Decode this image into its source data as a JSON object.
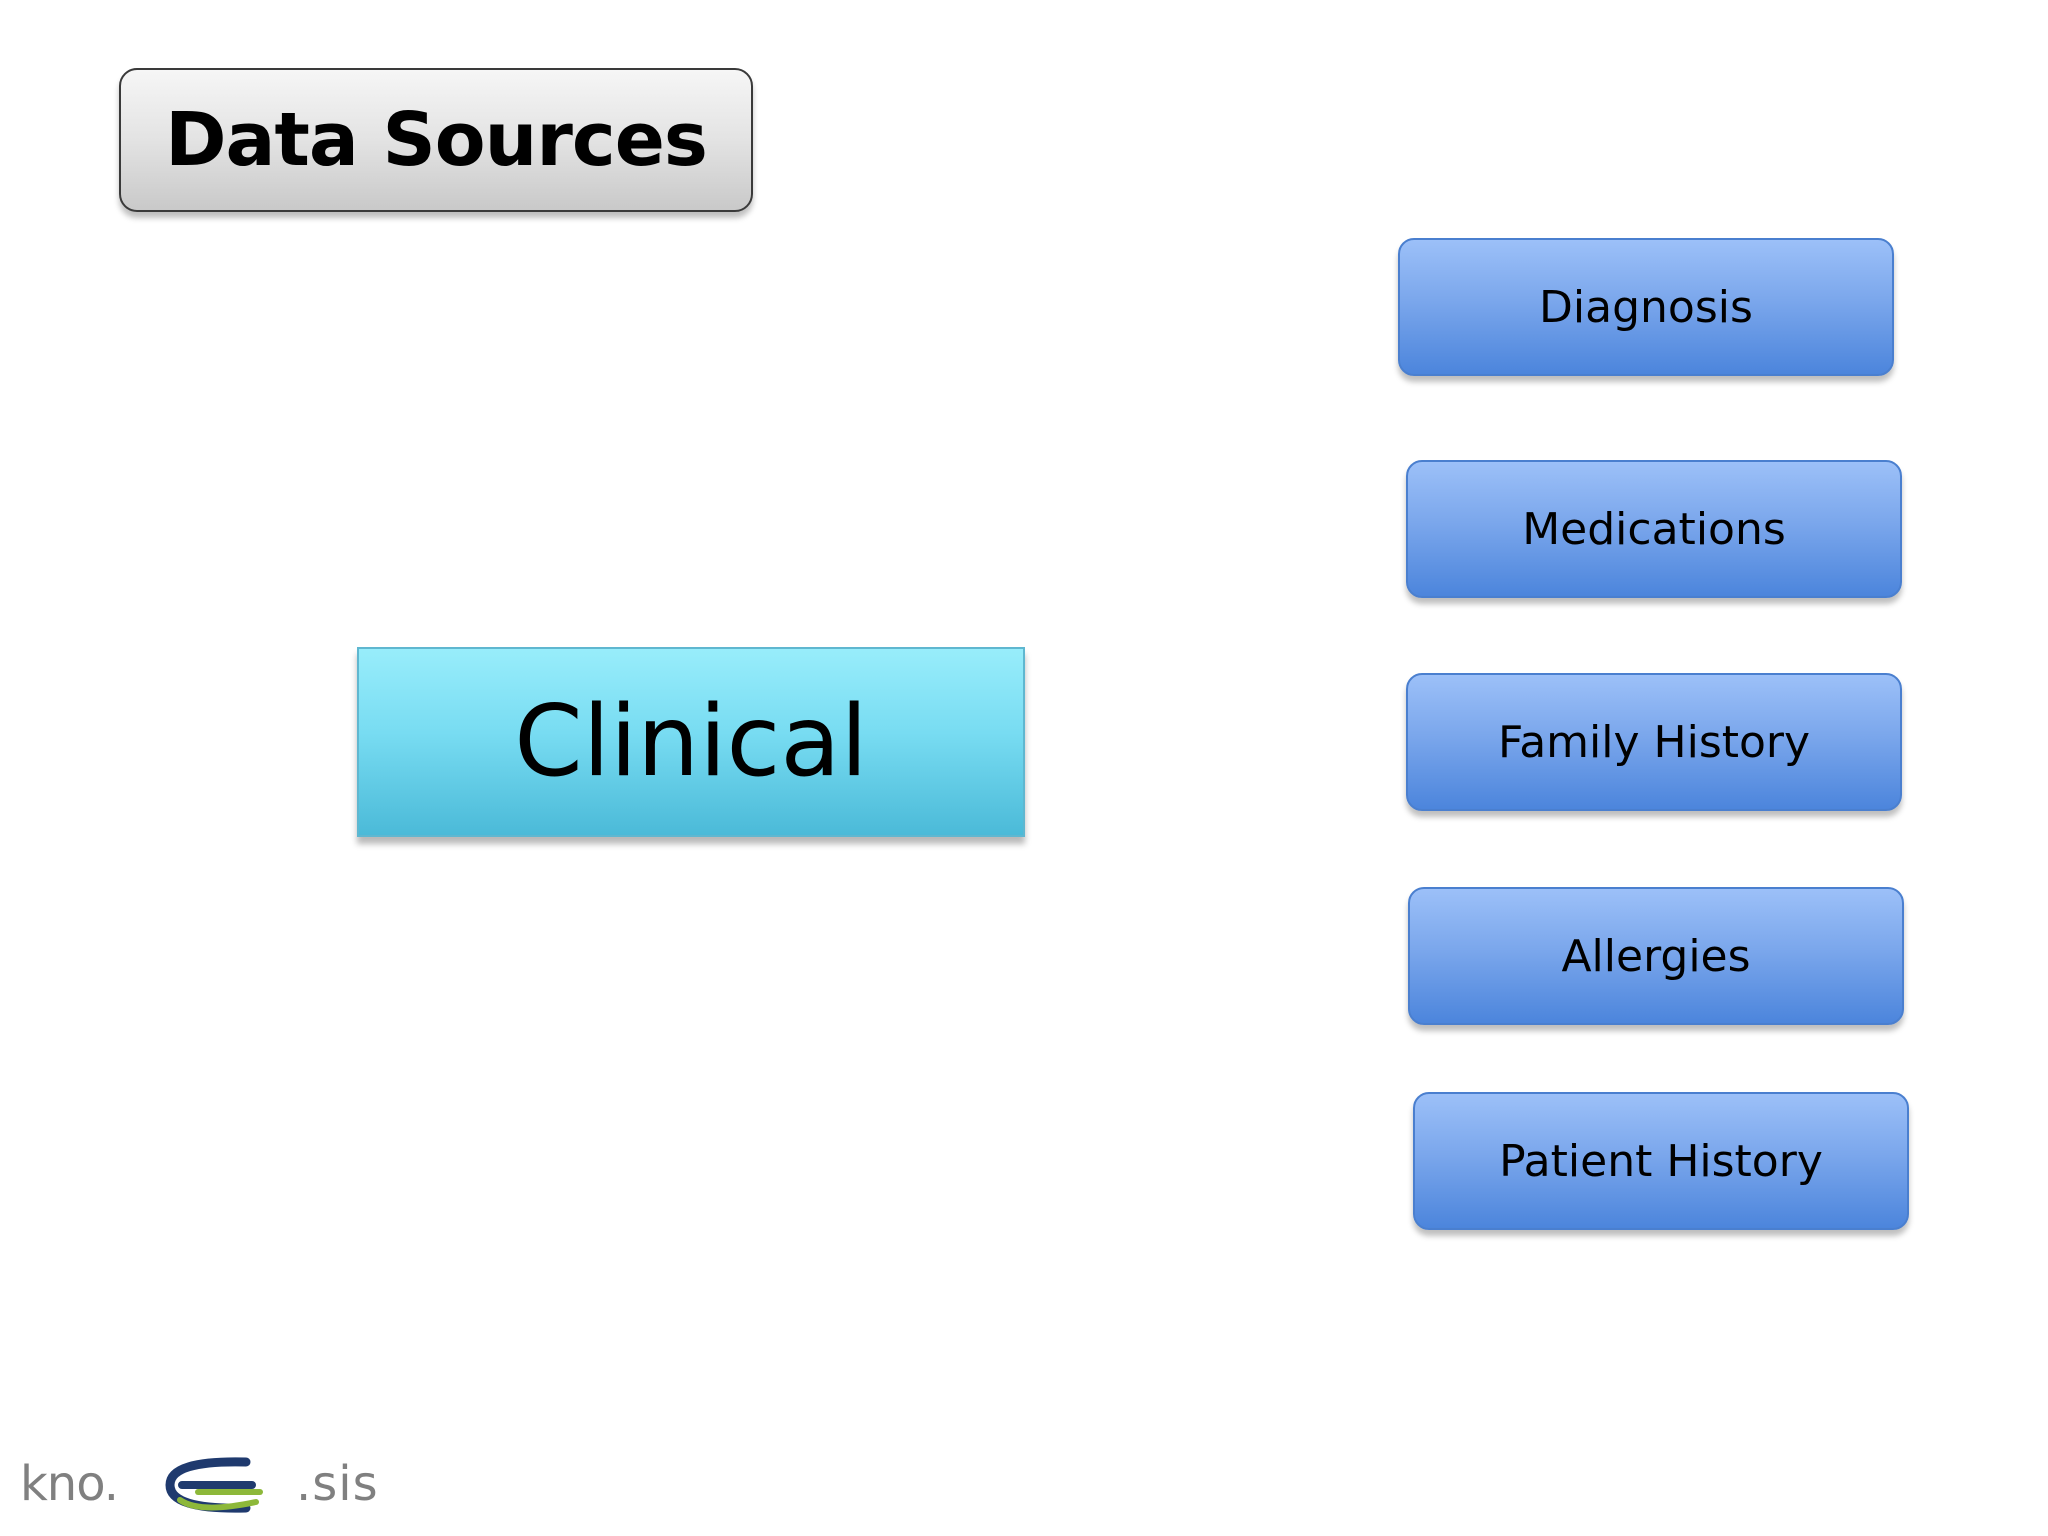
{
  "title": "Data Sources",
  "center_node": "Clinical",
  "items": [
    {
      "label": "Diagnosis"
    },
    {
      "label": "Medications"
    },
    {
      "label": "Family History"
    },
    {
      "label": "Allergies"
    },
    {
      "label": "Patient History"
    }
  ],
  "logo": {
    "text": "kno.e.sis",
    "part_left": "kno.",
    "part_right": ".sis",
    "colors": {
      "text": "#808080",
      "e_dark": "#1f3a6e",
      "e_green": "#8db83a"
    }
  },
  "colors": {
    "title_bg": "#e3e3e3",
    "clinical_bg": "#78dcf2",
    "item_bg": "#7ba7ec"
  }
}
